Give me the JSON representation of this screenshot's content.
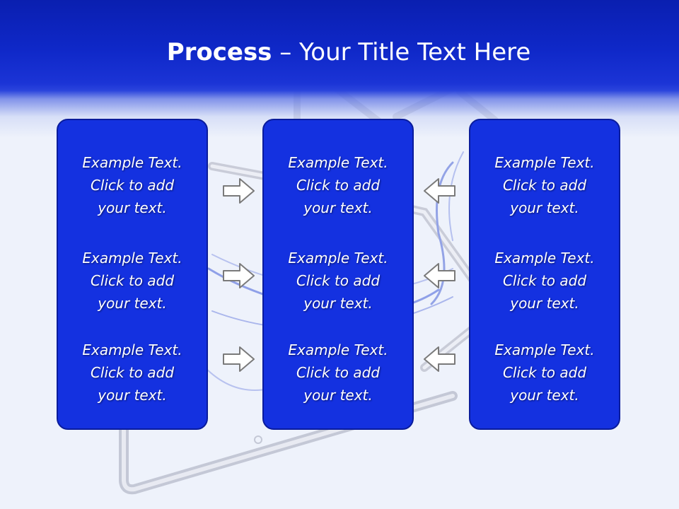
{
  "title": {
    "bold": "Process",
    "rest": " – Your Title Text Here"
  },
  "columns": [
    {
      "blocks": [
        {
          "line1": "Example Text.",
          "line2": "Click  to add",
          "line3": "your text."
        },
        {
          "line1": "Example Text.",
          "line2": "Click  to add",
          "line3": "your text."
        },
        {
          "line1": "Example Text.",
          "line2": "Click  to add",
          "line3": "your text."
        }
      ]
    },
    {
      "blocks": [
        {
          "line1": "Example Text.",
          "line2": "Click  to add",
          "line3": "your text."
        },
        {
          "line1": "Example Text.",
          "line2": "Click  to add",
          "line3": "your text."
        },
        {
          "line1": "Example Text.",
          "line2": "Click  to add",
          "line3": "your text."
        }
      ]
    },
    {
      "blocks": [
        {
          "line1": "Example Text.",
          "line2": "Click  to add",
          "line3": "your text."
        },
        {
          "line1": "Example Text.",
          "line2": "Click  to add",
          "line3": "your text."
        },
        {
          "line1": "Example Text.",
          "line2": "Click  to add",
          "line3": "your text."
        }
      ]
    }
  ],
  "arrows": {
    "left_group": "arrow-right-icon",
    "right_group": "arrow-left-icon"
  },
  "colors": {
    "header": "#0f28c8",
    "box": "#1431e0",
    "box_border": "#0a1c9c",
    "background": "#eef2fb",
    "arrow_fill": "#ffffff",
    "arrow_stroke": "#7a7a7a"
  }
}
